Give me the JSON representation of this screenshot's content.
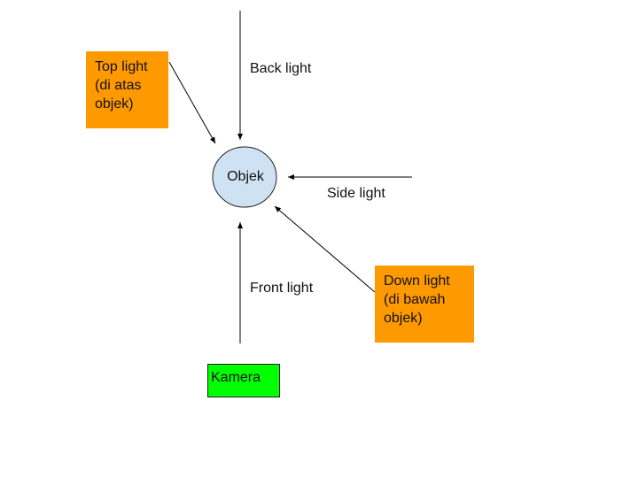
{
  "colors": {
    "orange": "#ff9900",
    "green": "#00ff00",
    "object_fill": "#cfe2f3",
    "line": "#000000"
  },
  "nodes": {
    "top_light": "Top light\n(di atas\nobjek)",
    "down_light": "Down light\n(di bawah\nobjek)",
    "camera": "Kamera",
    "object": "Objek"
  },
  "labels": {
    "back_light": "Back light",
    "side_light": "Side light",
    "front_light": "Front light"
  }
}
